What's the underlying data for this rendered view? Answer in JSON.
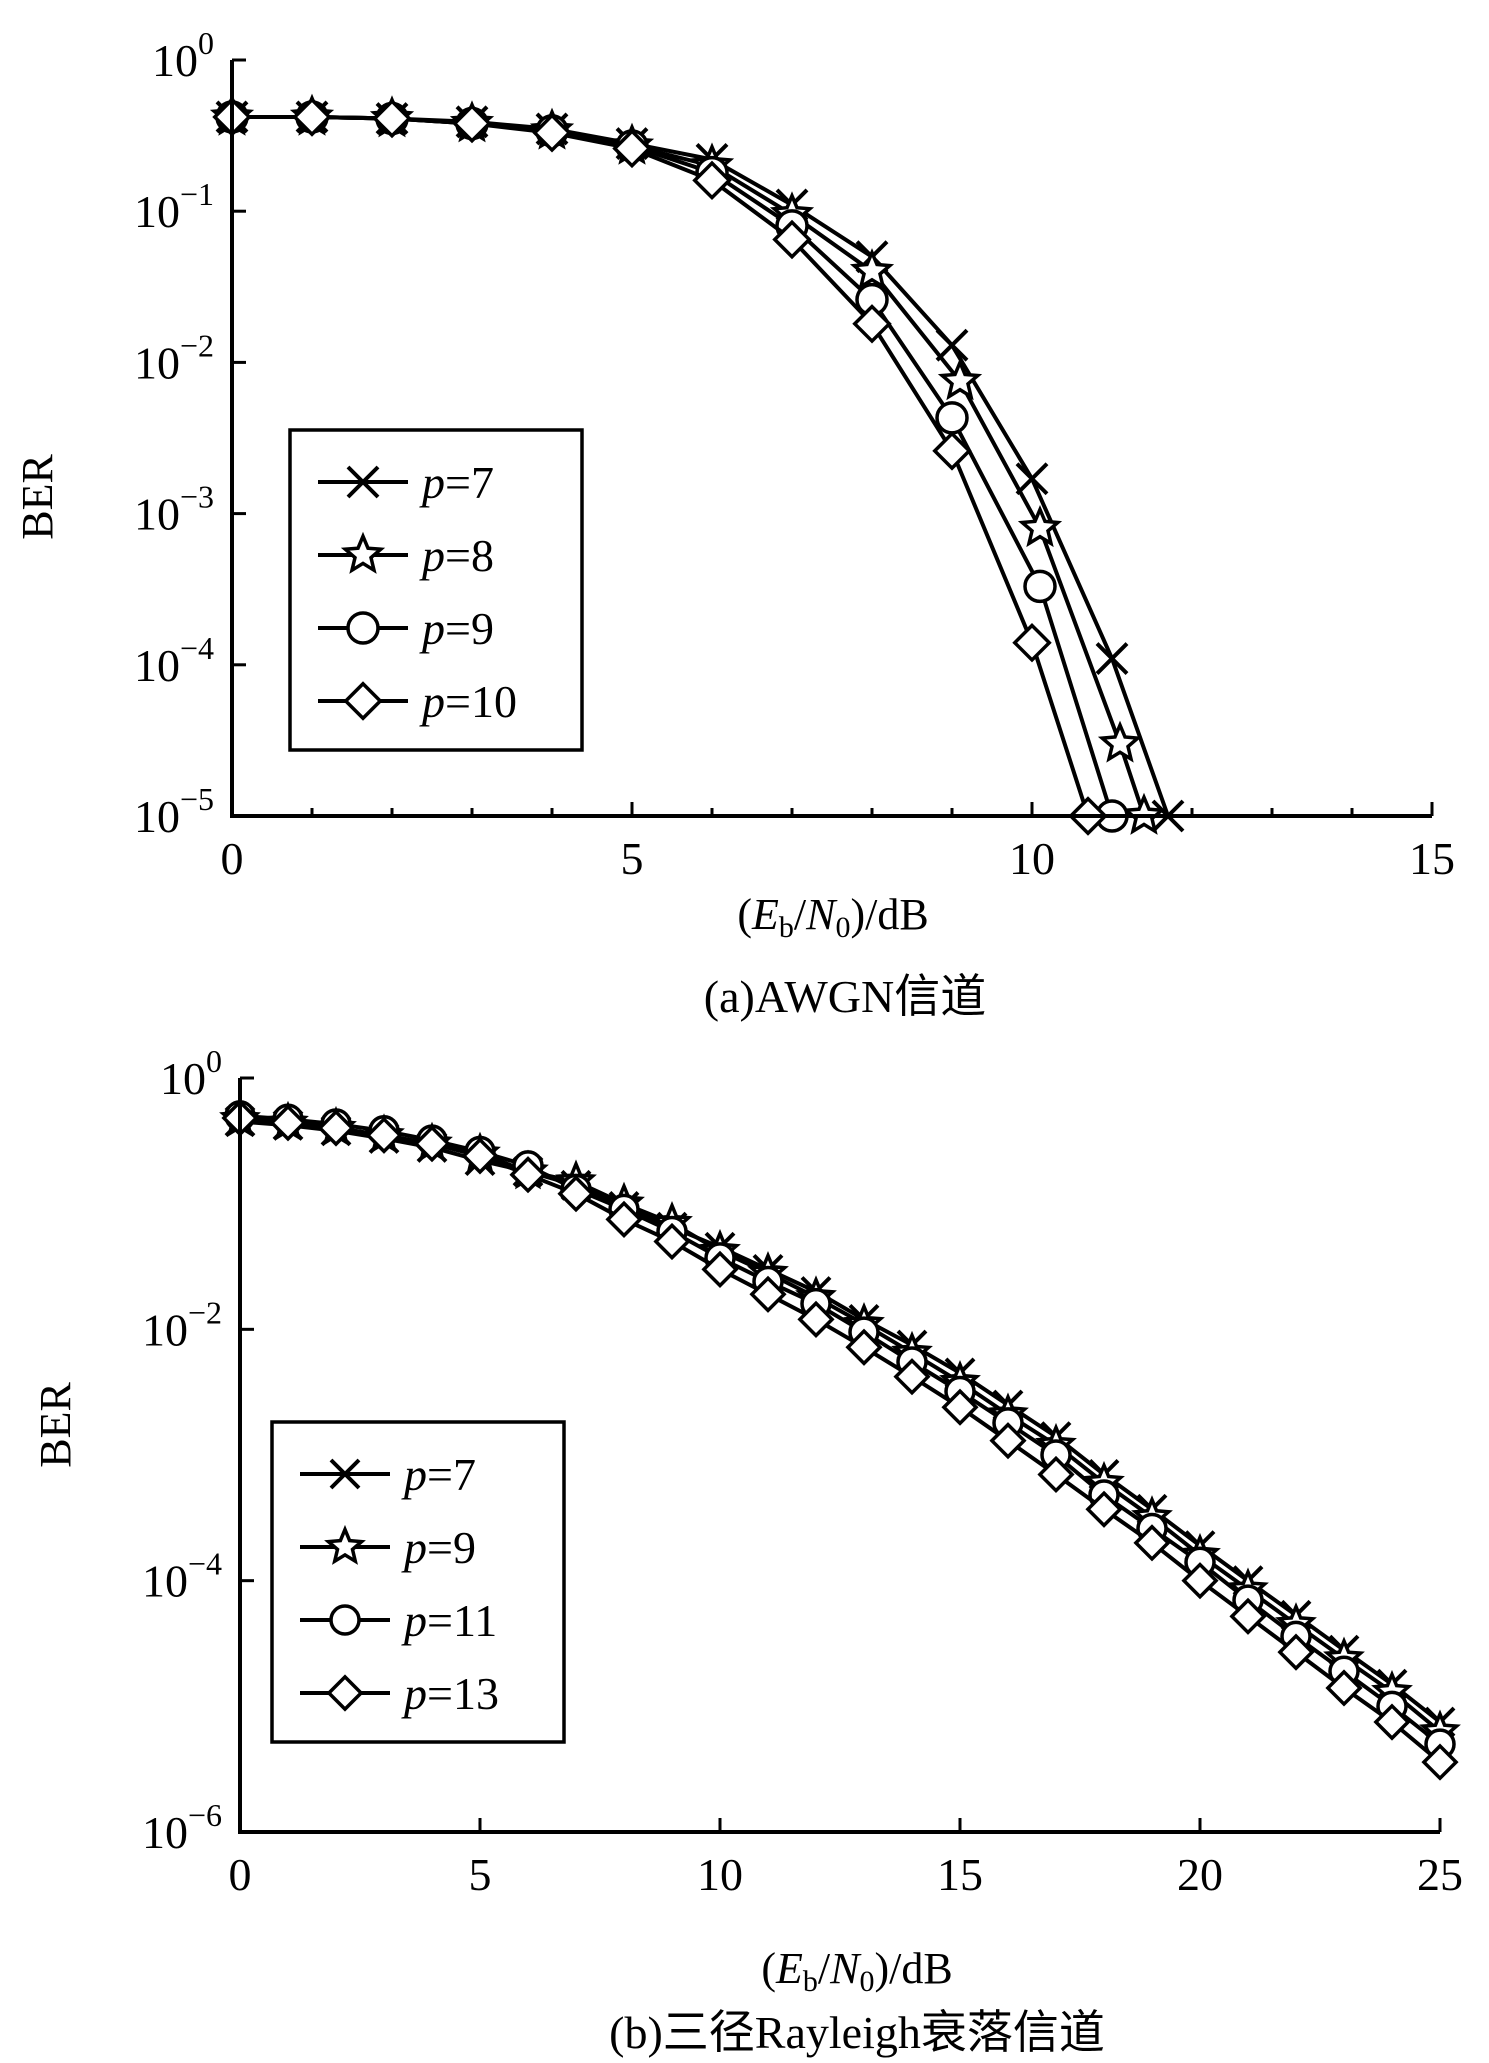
{
  "chart_data": [
    {
      "type": "line",
      "caption": "(a)AWGN信道",
      "xlabel": "(Eb/N0)/dB",
      "ylabel": "BER",
      "xlim": [
        0,
        15
      ],
      "yscale": "log",
      "ylim": [
        1e-05,
        1
      ],
      "xticks": [
        "0",
        "5",
        "10",
        "15"
      ],
      "yticks": [
        {
          "base": "10",
          "exp": "0"
        },
        {
          "base": "10",
          "exp": "−1"
        },
        {
          "base": "10",
          "exp": "−2"
        },
        {
          "base": "10",
          "exp": "−3"
        },
        {
          "base": "10",
          "exp": "−4"
        },
        {
          "base": "10",
          "exp": "−5"
        }
      ],
      "legend_position": "lower-left",
      "series": [
        {
          "name": "p=7",
          "marker": "x",
          "x": [
            0,
            1,
            2,
            3,
            4,
            5,
            6,
            7,
            8,
            9,
            10,
            11,
            11.7
          ],
          "y": [
            0.42,
            0.42,
            0.41,
            0.39,
            0.35,
            0.28,
            0.22,
            0.11,
            0.05,
            0.013,
            0.0017,
            0.00011,
            1e-05
          ]
        },
        {
          "name": "p=8",
          "marker": "star",
          "x": [
            0,
            1,
            2,
            3,
            4,
            5,
            6,
            7,
            8,
            9.1,
            10.1,
            11.1,
            11.4
          ],
          "y": [
            0.42,
            0.42,
            0.41,
            0.38,
            0.34,
            0.27,
            0.2,
            0.095,
            0.04,
            0.0075,
            0.0008,
            3e-05,
            1e-05
          ]
        },
        {
          "name": "p=9",
          "marker": "circle",
          "x": [
            0,
            1,
            2,
            3,
            4,
            5,
            6,
            7,
            8,
            9,
            10.1,
            11
          ],
          "y": [
            0.42,
            0.42,
            0.41,
            0.38,
            0.34,
            0.27,
            0.18,
            0.08,
            0.026,
            0.0043,
            0.00033,
            1e-05
          ]
        },
        {
          "name": "p=10",
          "marker": "diamond",
          "x": [
            0,
            1,
            2,
            3,
            4,
            5,
            6,
            7,
            8,
            9,
            10,
            10.7
          ],
          "y": [
            0.42,
            0.42,
            0.41,
            0.38,
            0.33,
            0.26,
            0.16,
            0.065,
            0.018,
            0.0026,
            0.00014,
            1e-05
          ]
        }
      ]
    },
    {
      "type": "line",
      "caption": "(b)三径Rayleigh衰落信道",
      "xlabel": "(Eb/N0)/dB",
      "ylabel": "BER",
      "xlim": [
        0,
        25
      ],
      "yscale": "log",
      "ylim": [
        1e-06,
        1
      ],
      "xticks": [
        "0",
        "5",
        "10",
        "15",
        "20",
        "25"
      ],
      "yticks": [
        {
          "base": "10",
          "exp": "0"
        },
        {
          "base": "10",
          "exp": "−2"
        },
        {
          "base": "10",
          "exp": "−4"
        },
        {
          "base": "10",
          "exp": "−6"
        }
      ],
      "legend_position": "lower-left",
      "series": [
        {
          "name": "p=7",
          "marker": "x",
          "x": [
            0,
            1,
            2,
            3,
            4,
            5,
            6,
            7,
            8,
            9,
            10,
            11,
            12,
            13,
            14,
            15,
            16,
            17,
            18,
            19,
            20,
            21,
            22,
            23,
            24,
            25
          ],
          "y": [
            0.45,
            0.42,
            0.38,
            0.33,
            0.28,
            0.22,
            0.18,
            0.14,
            0.095,
            0.065,
            0.045,
            0.03,
            0.02,
            0.012,
            0.0075,
            0.0045,
            0.0025,
            0.0014,
            0.0007,
            0.00037,
            0.00019,
            0.0001,
            5.3e-05,
            2.8e-05,
            1.5e-05,
            7.5e-06
          ]
        },
        {
          "name": "p=9",
          "marker": "star",
          "x": [
            0,
            1,
            2,
            3,
            4,
            5,
            6,
            7,
            8,
            9,
            10,
            11,
            12,
            13,
            14,
            15,
            16,
            17,
            18,
            19,
            20,
            21,
            22,
            23,
            24,
            25
          ],
          "y": [
            0.47,
            0.44,
            0.4,
            0.35,
            0.3,
            0.25,
            0.18,
            0.15,
            0.1,
            0.07,
            0.042,
            0.028,
            0.018,
            0.011,
            0.0065,
            0.0038,
            0.0021,
            0.0012,
            0.0006,
            0.00032,
            0.00016,
            8.5e-05,
            4.5e-05,
            2.4e-05,
            1.3e-05,
            6.3e-06
          ]
        },
        {
          "name": "p=11",
          "marker": "circle",
          "x": [
            0,
            1,
            2,
            3,
            4,
            5,
            6,
            7,
            8,
            9,
            10,
            11,
            12,
            13,
            14,
            15,
            16,
            17,
            18,
            19,
            20,
            21,
            22,
            23,
            24,
            25
          ],
          "y": [
            0.5,
            0.47,
            0.43,
            0.38,
            0.32,
            0.26,
            0.2,
            0.13,
            0.09,
            0.06,
            0.037,
            0.024,
            0.016,
            0.0095,
            0.0055,
            0.0032,
            0.0018,
            0.001,
            0.00048,
            0.00026,
            0.00014,
            7e-05,
            3.6e-05,
            1.9e-05,
            1e-05,
            5e-06
          ]
        },
        {
          "name": "p=13",
          "marker": "diamond",
          "x": [
            0,
            1,
            2,
            3,
            4,
            5,
            6,
            7,
            8,
            9,
            10,
            11,
            12,
            13,
            14,
            15,
            16,
            17,
            18,
            19,
            20,
            21,
            22,
            23,
            24,
            25
          ],
          "y": [
            0.48,
            0.44,
            0.4,
            0.35,
            0.3,
            0.24,
            0.17,
            0.12,
            0.075,
            0.05,
            0.03,
            0.019,
            0.012,
            0.0072,
            0.0042,
            0.0024,
            0.0013,
            0.0007,
            0.00037,
            0.0002,
            0.0001,
            5.2e-05,
            2.7e-05,
            1.4e-05,
            7.5e-06,
            3.6e-06
          ]
        }
      ]
    }
  ]
}
